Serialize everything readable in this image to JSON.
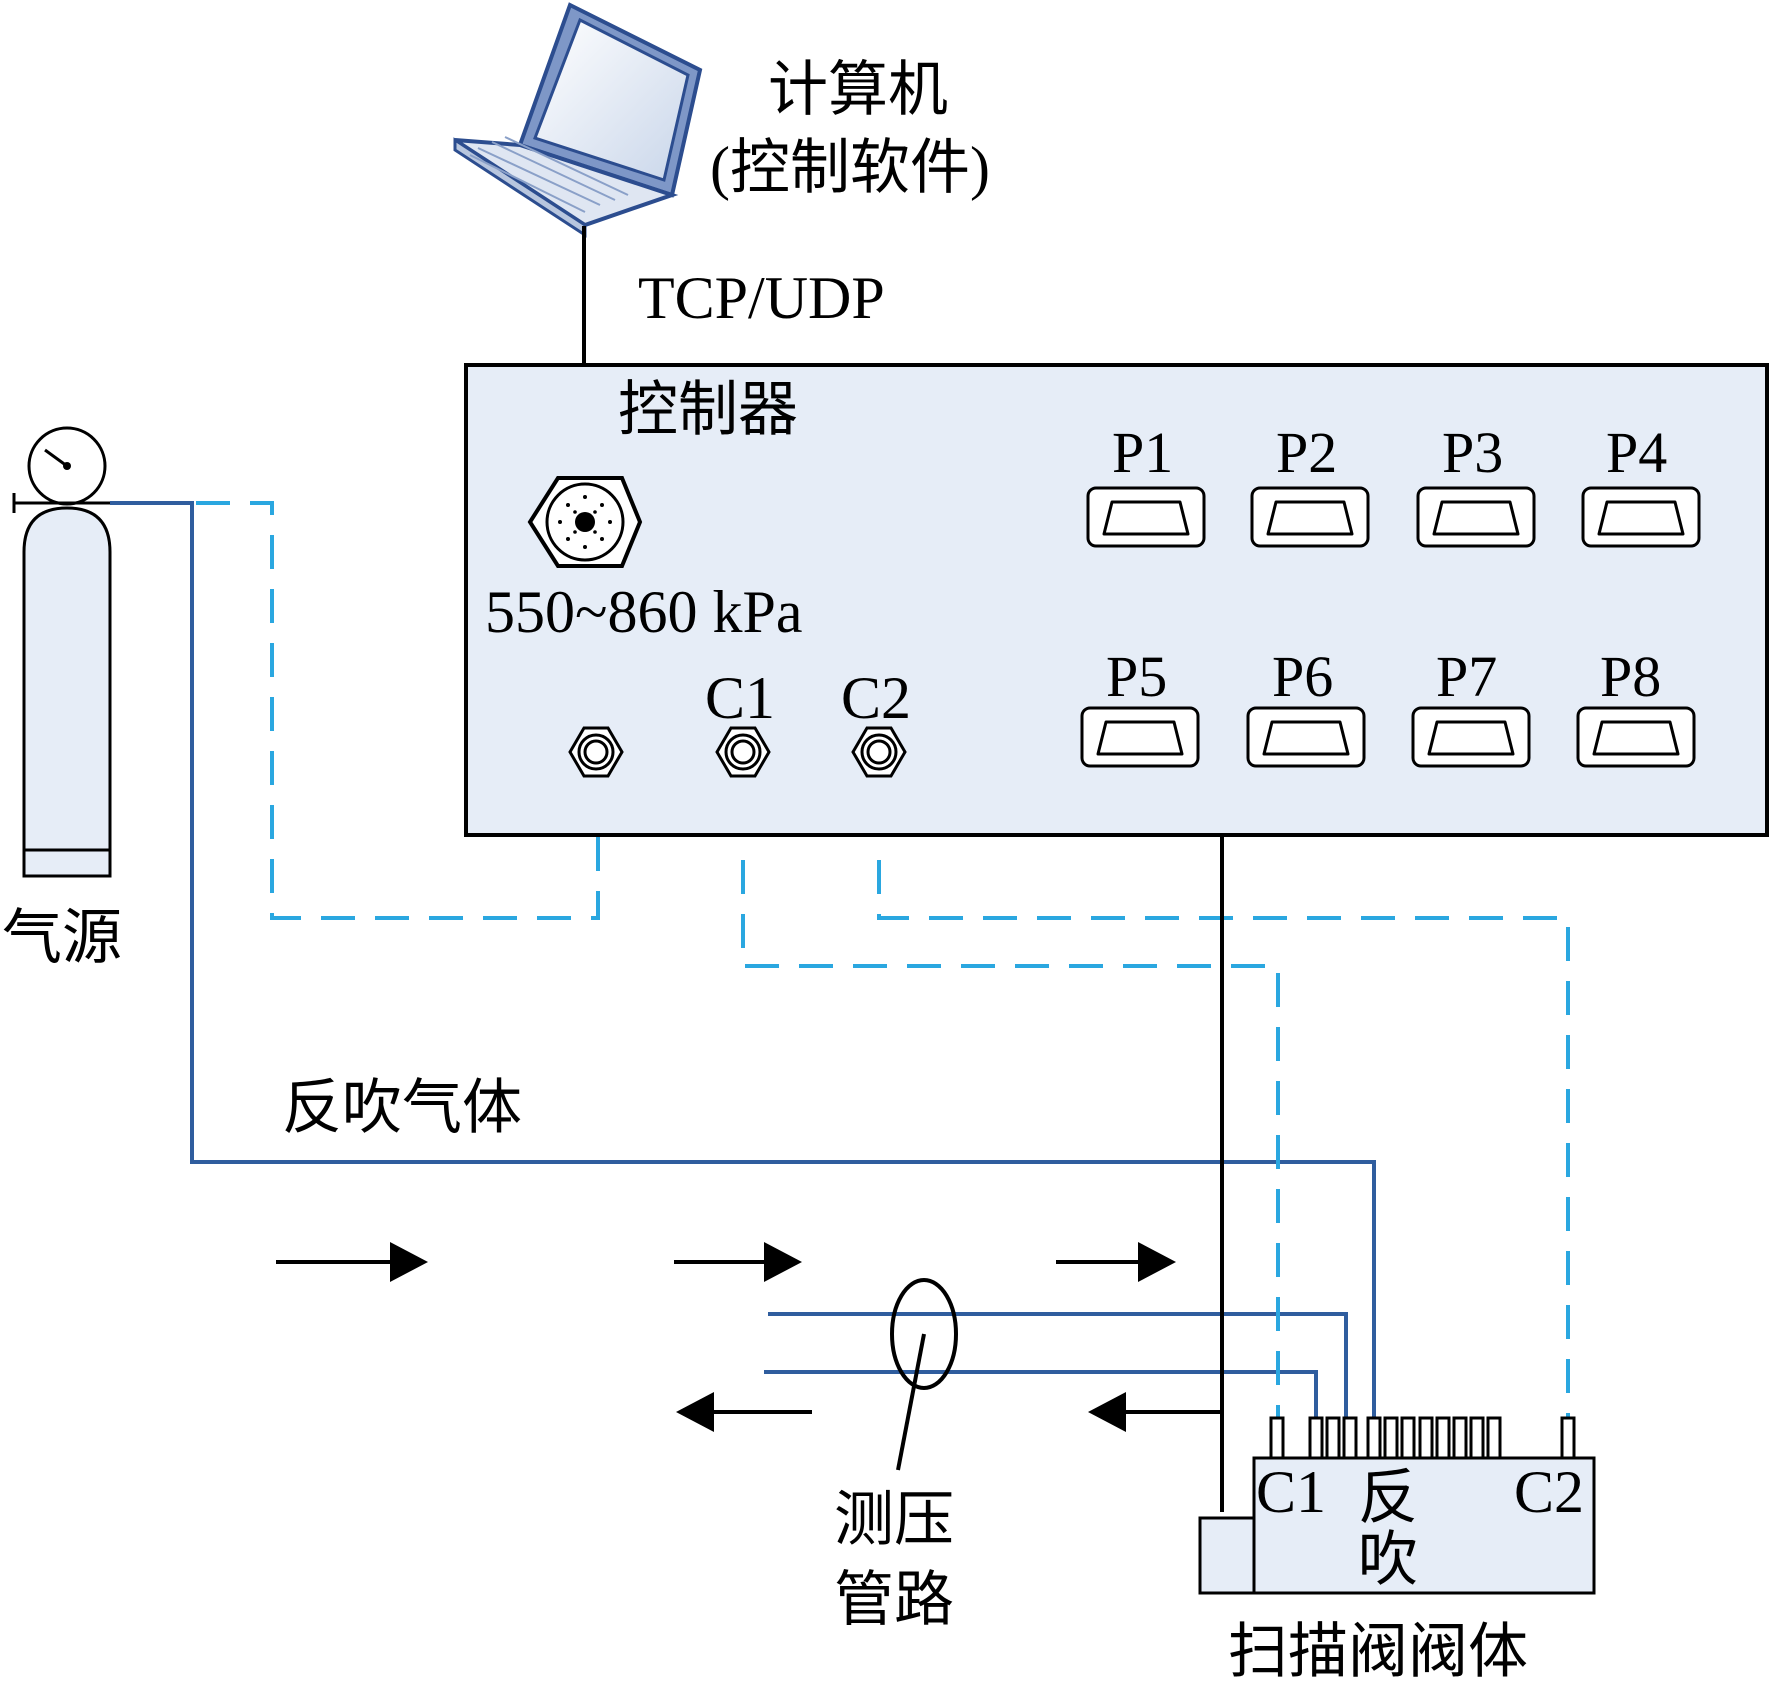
{
  "computer": {
    "title": "计算机",
    "subtitle": "(控制软件)"
  },
  "link_label": "TCP/UDP",
  "controller": {
    "title": "控制器",
    "supply_range": "550~860 kPa",
    "ports": [
      "P1",
      "P2",
      "P3",
      "P4",
      "P5",
      "P6",
      "P7",
      "P8"
    ],
    "fittings": [
      "C1",
      "C2"
    ]
  },
  "gas_source": {
    "label": "气源"
  },
  "purge_gas": {
    "label": "反吹气体"
  },
  "pressure_tubes": {
    "label_line1": "测压",
    "label_line2": "管路"
  },
  "scanner_valve": {
    "label": "扫描阀阀体",
    "c1": "C1",
    "c2": "C2",
    "purge_line1": "反",
    "purge_line2": "吹"
  },
  "colors": {
    "controller_fill": "#e6edf7",
    "solid_tube": "#2f5d9e",
    "dashed_tube": "#2aa7e0",
    "outline": "#000000"
  }
}
